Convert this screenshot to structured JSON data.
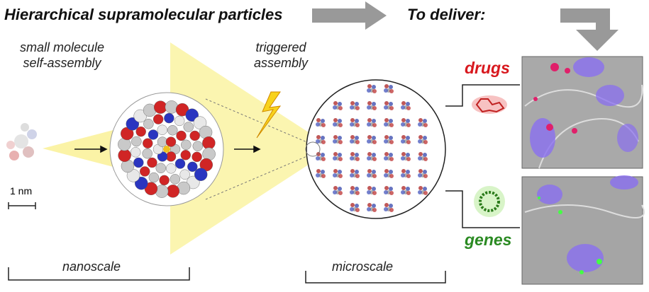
{
  "header": {
    "title": "Hierarchical supramolecular particles",
    "deliver_label": "To deliver:"
  },
  "labels": {
    "self_assembly_line1": "small molecule",
    "self_assembly_line2": "self-assembly",
    "triggered_line1": "triggered",
    "triggered_line2": "assembly",
    "scale_bar": "1 nm",
    "nanoscale": "nanoscale",
    "microscale": "microscale"
  },
  "cargo": {
    "drugs": "drugs",
    "genes": "genes"
  },
  "colors": {
    "drugs": "#d8181e",
    "genes": "#2a8a22",
    "beam": "#fbf3a6",
    "arrow": "#999999",
    "nucleus": "#8a6ff0"
  }
}
